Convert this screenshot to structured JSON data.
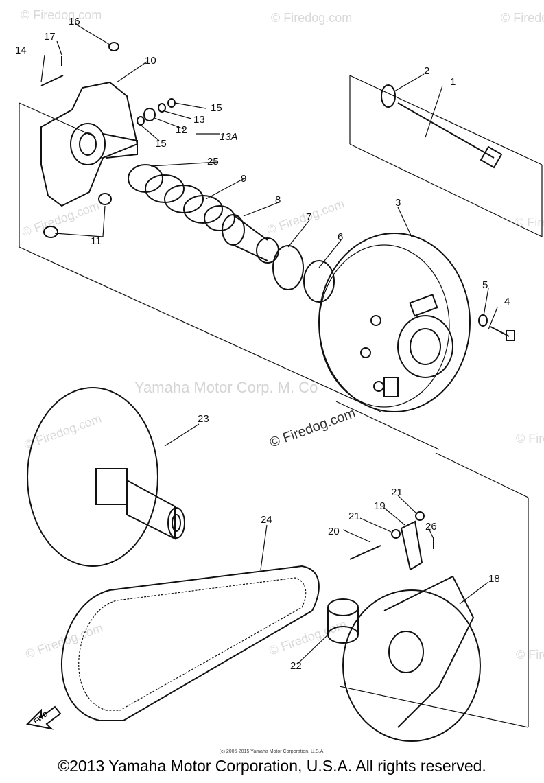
{
  "watermarks": {
    "firedog": "© Firedog.com",
    "firedog_short": "Firedog.com",
    "center_watermark": "Yamaha Motor Corp. M. Co",
    "center_firedog": "© Firedog.com"
  },
  "callouts": [
    "1",
    "2",
    "3",
    "4",
    "5",
    "6",
    "7",
    "8",
    "9",
    "10",
    "11",
    "12",
    "13",
    "13A",
    "14",
    "15",
    "15",
    "16",
    "17",
    "18",
    "19",
    "20",
    "21",
    "21",
    "22",
    "23",
    "24",
    "25",
    "26"
  ],
  "fwd_label": "FWD",
  "footer": {
    "small": "(c) 2005-2015 Yamaha Motor Corporation, U.S.A.",
    "main": "©2013 Yamaha Motor Corporation, U.S.A. All rights reserved."
  }
}
